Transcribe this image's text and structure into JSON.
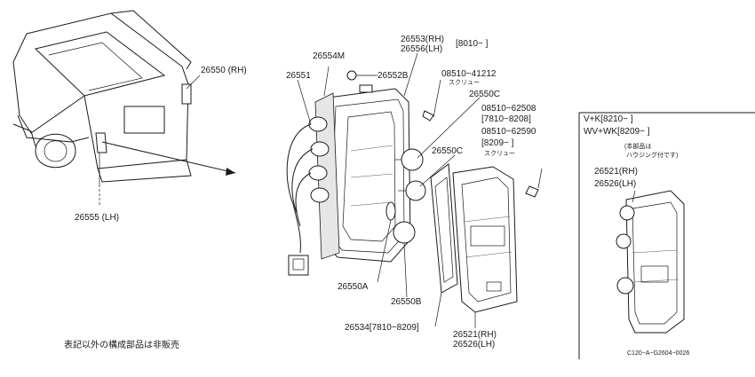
{
  "labels": {
    "p26550rh": "26550 (RH)",
    "p26555lh": "26555 (LH)",
    "p26554m": "26554M",
    "p26551": "26551",
    "p26552b": "26552B",
    "p26553rh": "26553(RH)",
    "p26556lh": "26556(LH)",
    "date8010": "[8010−    ]",
    "bolt41212": "08510−41212",
    "screw1": "スクリュー",
    "p26550c_a": "26550C",
    "p26550c_b": "26550C",
    "bolt62508": "08510−62508",
    "range7810": "[7810−8208]",
    "bolt62590": "08510−62590",
    "range8209": "[8209−     ]",
    "screw2": "スクリュー",
    "p26550a": "26550A",
    "p26550b": "26550B",
    "p26534": "26534[7810−8209]",
    "p26521rh": "26521(RH)",
    "p26526lh": "26526(LH)",
    "footnote": "表記以外の構成部品は非販売"
  },
  "inset": {
    "line1": "V+K[8210−    ]",
    "line2": "WV+WK[8209−     ]",
    "note1": "(本部品は",
    "note2": "ハウジング付です)",
    "p26521rh": "26521(RH)",
    "p26526lh": "26526(LH)",
    "code": "C120−A−G2604−0026"
  }
}
